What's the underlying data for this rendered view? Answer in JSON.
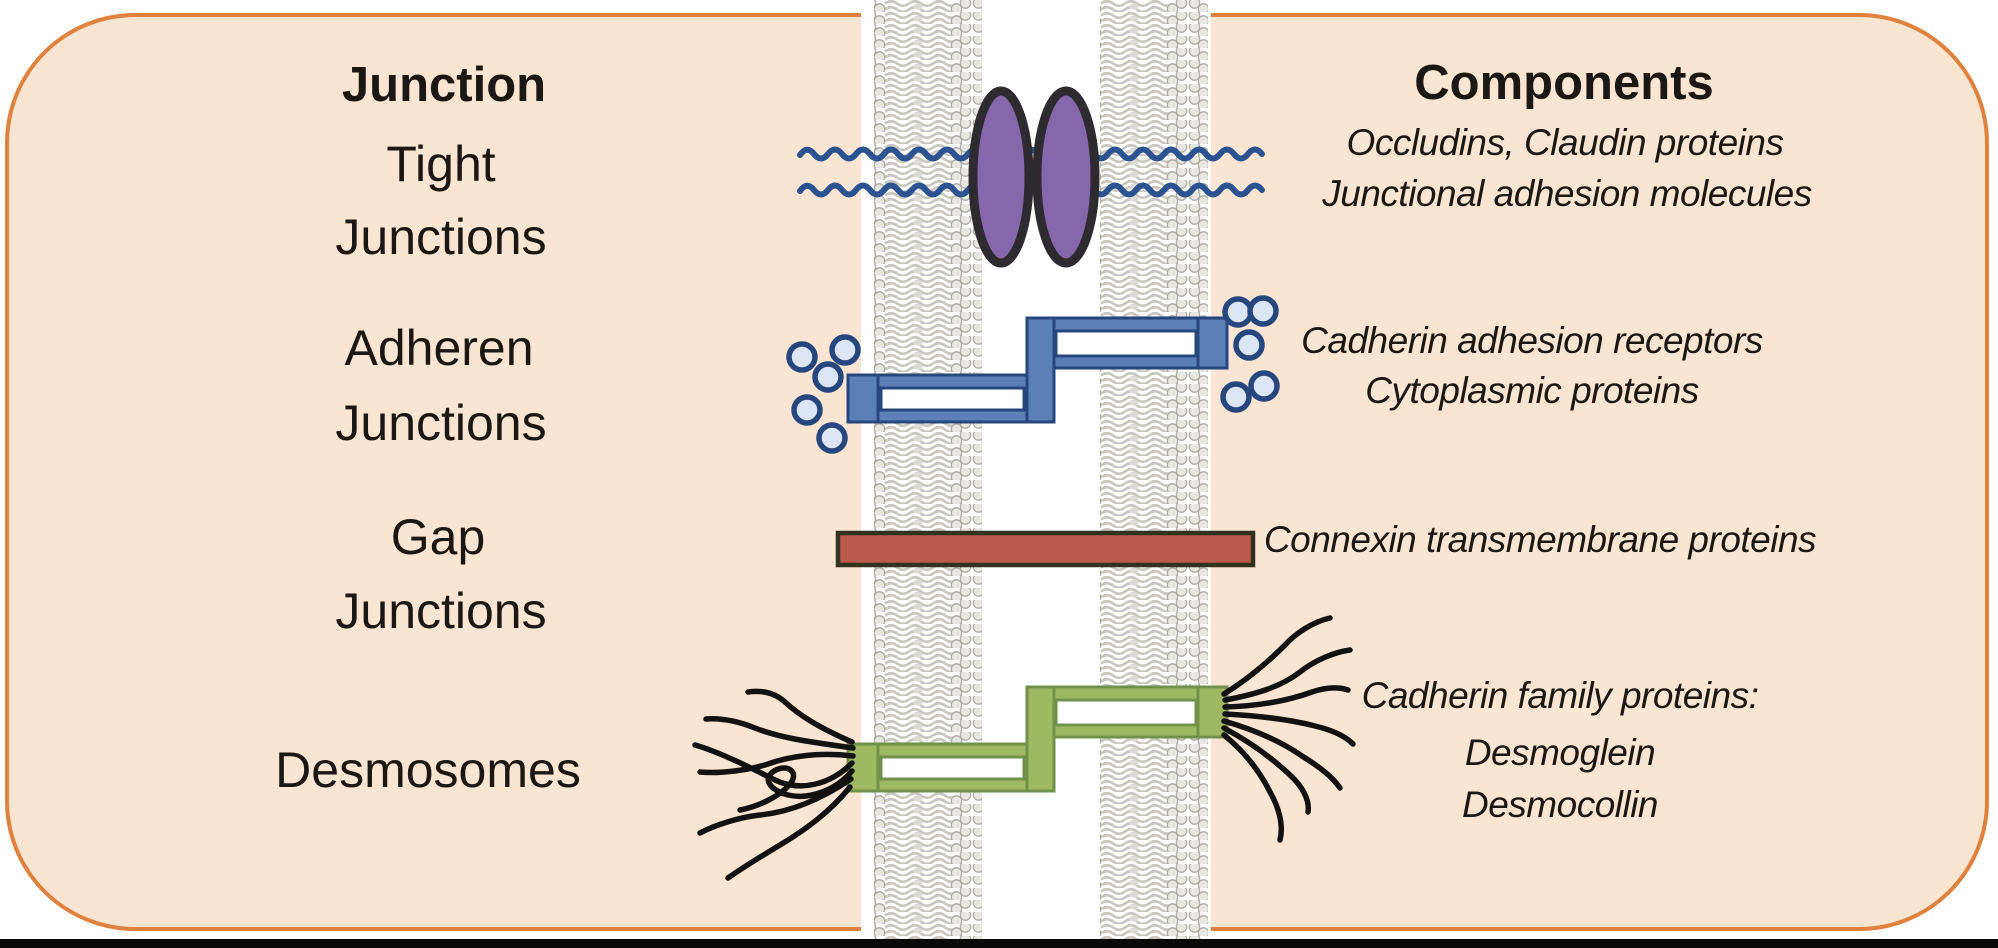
{
  "title_left": "Junction",
  "title_right": "Components",
  "rows": [
    {
      "junction": [
        "Tight",
        "Junctions"
      ],
      "components": [
        "Occludins, Claudin proteins",
        "Junctional adhesion molecules"
      ]
    },
    {
      "junction": [
        "Adheren",
        "Junctions"
      ],
      "components": [
        "Cadherin adhesion receptors",
        "Cytoplasmic proteins"
      ]
    },
    {
      "junction": [
        "Gap",
        "Junctions"
      ],
      "components": [
        "Connexin transmembrane proteins"
      ]
    },
    {
      "junction": [
        "Desmosomes"
      ],
      "components": [
        "Cadherin family proteins:",
        "Desmoglein",
        "Desmocollin"
      ]
    }
  ],
  "colors": {
    "panel_fill": "#fae5d2",
    "panel_border": "#e0823e",
    "intercellular_space": "#ffffff",
    "membrane_head": "#e8e6e1",
    "membrane_tail": "#c9c6bd",
    "tight_junction_oval": "#8767ab",
    "tight_junction_strand": "#2b5291",
    "adherens_clamp": "#5b80b5",
    "adherens_outline": "#26477d",
    "vesicle_fill": "#dbe5f3",
    "gap_bar": "#bc5a50",
    "gap_bar_outline": "#31331f",
    "desmosome_clamp": "#9fb862",
    "desmosome_outline": "#71904a",
    "filament": "#121212",
    "text": "#1b1713",
    "bottom_bar": "#0a0a0a"
  }
}
